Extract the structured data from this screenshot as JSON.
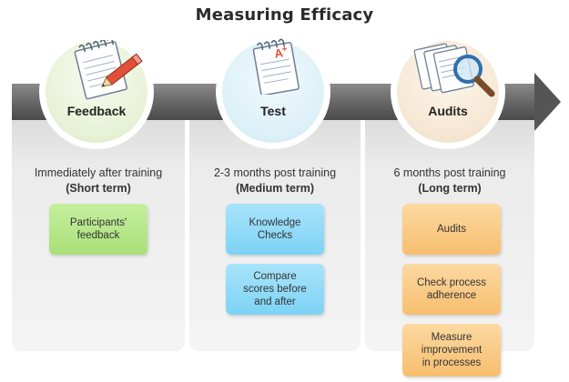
{
  "title": "Measuring Efficacy",
  "colors": {
    "arrow": "#5f5f5f",
    "green_box": "#b6e68a",
    "blue_box": "#8fdaf7",
    "orange_box": "#f9c882",
    "feedback_circle": "#e3eed0",
    "test_circle": "#d9eef6",
    "audits_circle": "#f3e3cc"
  },
  "stages": [
    {
      "label": "Feedback",
      "icon": "notepad-pencil-icon",
      "timing": "Immediately after training",
      "term": "(Short term)",
      "boxes": [
        "Participants'\nfeedback"
      ]
    },
    {
      "label": "Test",
      "icon": "graded-test-icon",
      "timing": "2-3 months post training",
      "term": "(Medium term)",
      "boxes": [
        "Knowledge\nChecks",
        "Compare\nscores before\nand after"
      ]
    },
    {
      "label": "Audits",
      "icon": "documents-magnifier-icon",
      "timing": "6 months post training",
      "term": "(Long term)",
      "boxes": [
        "Audits",
        "Check process\nadherence",
        "Measure\nimprovement\nin processes"
      ]
    }
  ]
}
